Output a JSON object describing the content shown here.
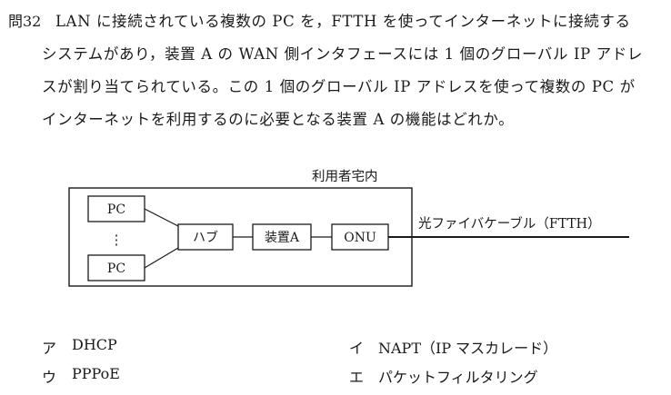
{
  "question": {
    "number": "問32",
    "lines": [
      "LAN に接続されている複数の PC を，FTTH を使ってインターネットに接続する",
      "システムがあり，装置 A の WAN 側インタフェースには 1 個のグローバル IP アドレ",
      "スが割り当てられている。この 1 個のグローバル IP アドレスを使って複数の PC が",
      "インターネットを利用するのに必要となる装置 A の機能はどれか。"
    ]
  },
  "diagram": {
    "premises_label": "利用者宅内",
    "pc_top": "PC",
    "pc_ellipsis": "⋮",
    "pc_bottom": "PC",
    "hub": "ハブ",
    "device_a": "装置A",
    "onu": "ONU",
    "fiber_label": "光ファイバケーブル（FTTH）"
  },
  "choices": [
    {
      "kana": "ア",
      "text": "DHCP"
    },
    {
      "kana": "イ",
      "text": "NAPT（IP マスカレード）"
    },
    {
      "kana": "ウ",
      "text": "PPPoE"
    },
    {
      "kana": "エ",
      "text": "パケットフィルタリング"
    }
  ]
}
